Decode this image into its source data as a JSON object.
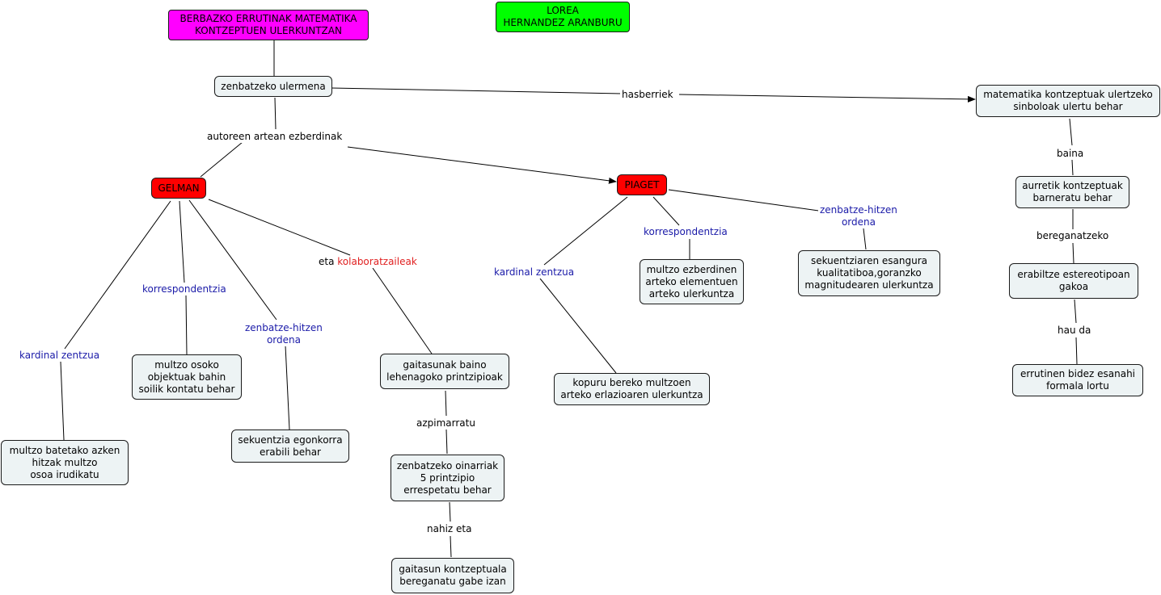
{
  "colors": {
    "title_bg": "#ff00ff",
    "author_bg": "#00ff00",
    "key_bg": "#ff0000",
    "node_bg": "#edf3f4",
    "blue_text": "#1a1aa8",
    "red_text": "#e02020"
  },
  "nodes": {
    "title": "BERBAZKO ERRUTINAK MATEMATIKA\nKONTZEPTUEN ULERKUNTZAN",
    "author": "LOREA\nHERNANDEZ ARANBURU",
    "zenbatzeko_ulermena": "zenbatzeko ulermena",
    "matematika": "matematika kontzeptuak ulertzeko\nsinboloak ulertu behar",
    "gelman": "GELMAN",
    "piaget": "PIAGET",
    "aurretik": "aurretik kontzeptuak\nbarneratu behar",
    "erabiltze": "erabiltze estereotipoan\ngakoa",
    "errutinen": "errutinen bidez esanahi\nformala lortu",
    "multzo_ezberdinen": "multzo ezberdinen\narteko elementuen\narteko ulerkuntza",
    "sekuentziaren": "sekuentziaren esangura\nkualitatiboa,goranzko\nmagnitudearen ulerkuntza",
    "multzo_osoko": "multzo osoko\nobjektuak bahin\nsoilik kontatu behar",
    "gaitasunak": "gaitasunak baino\nlehenagoko printzipioak",
    "kopuru": "kopuru bereko multzoen\narteko erlazioaren ulerkuntza",
    "multzo_batetako": "multzo batetako azken\nhitzak multzo\nosoa irudikatu",
    "sekuentzia_egonkorra": "sekuentzia egonkorra\nerabili behar",
    "zenbatzeko_oinarriak": "zenbatzeko oinarriak\n5 printzipio\nerrespetatu behar",
    "gaitasun_kontzeptuala": "gaitasun kontzeptuala\nbereganatu gabe izan"
  },
  "labels": {
    "hasberriek": "hasberriek",
    "autoreen": "autoreen artean ezberdinak",
    "baina": "baina",
    "bereganatzeko": "bereganatzeko",
    "hau_da": "hau da",
    "korrespondentzia_p": "korrespondentzia",
    "zenbatze_hitzen_p": "zenbatze-hitzen\nordena",
    "kardinal_p": "kardinal zentzua",
    "korrespondentzia_g": "korrespondentzia",
    "eta_prefix": "eta ",
    "kolaboratzaileak": "kolaboratzaileak",
    "zenbatze_hitzen_g": "zenbatze-hitzen\nordena",
    "kardinal_g": "kardinal zentzua",
    "azpimarratu": "azpimarratu",
    "nahiz_eta": "nahiz eta"
  }
}
